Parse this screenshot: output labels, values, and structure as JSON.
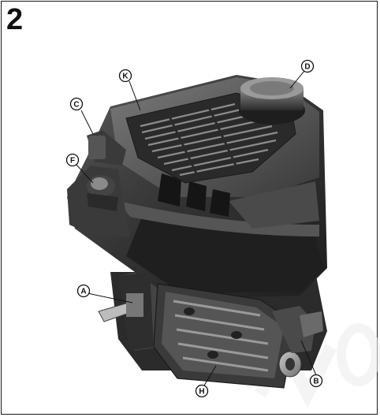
{
  "figure": {
    "number": "2",
    "callouts": [
      {
        "id": "A",
        "label": "A"
      },
      {
        "id": "B",
        "label": "B"
      },
      {
        "id": "C",
        "label": "C"
      },
      {
        "id": "D",
        "label": "D"
      },
      {
        "id": "F",
        "label": "F"
      },
      {
        "id": "H",
        "label": "H"
      },
      {
        "id": "K",
        "label": "K"
      }
    ]
  },
  "colors": {
    "housing_dark": "#2a2a2a",
    "housing_mid": "#3d3d3d",
    "housing_light": "#6a6a6a",
    "metal": "#9a9a9a",
    "watermark": "#f1f1f1"
  }
}
